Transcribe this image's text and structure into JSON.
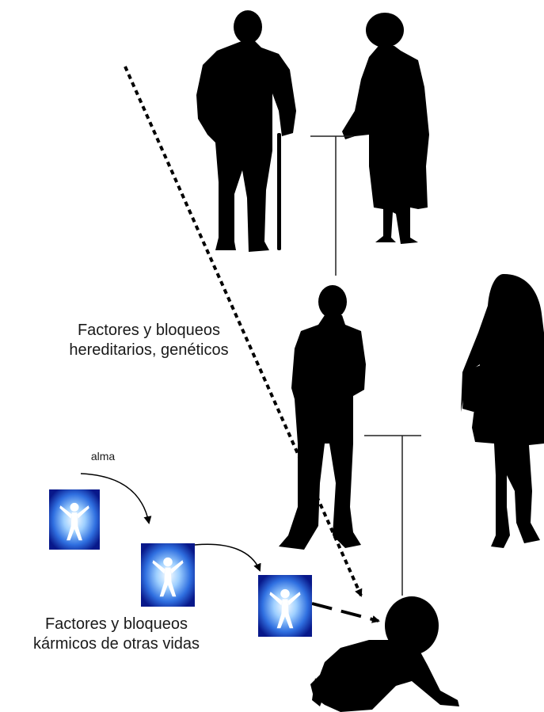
{
  "labels": {
    "hereditary_line1": "Factores y bloqueos",
    "hereditary_line2": "hereditarios, genéticos",
    "soul": "alma",
    "karmic_line1": "Factores y bloqueos",
    "karmic_line2": "kármicos de otras vidas"
  },
  "colors": {
    "silhouette": "#000000",
    "soul_glow_center": "#ffffff",
    "soul_glow_mid": "#5fa8ff",
    "soul_glow_edge": "#0a1f8f",
    "connector": "#222222"
  },
  "icons": [
    "grandfather-silhouette",
    "grandmother-silhouette",
    "father-silhouette",
    "mother-silhouette",
    "baby-silhouette",
    "soul-figure-icon"
  ]
}
